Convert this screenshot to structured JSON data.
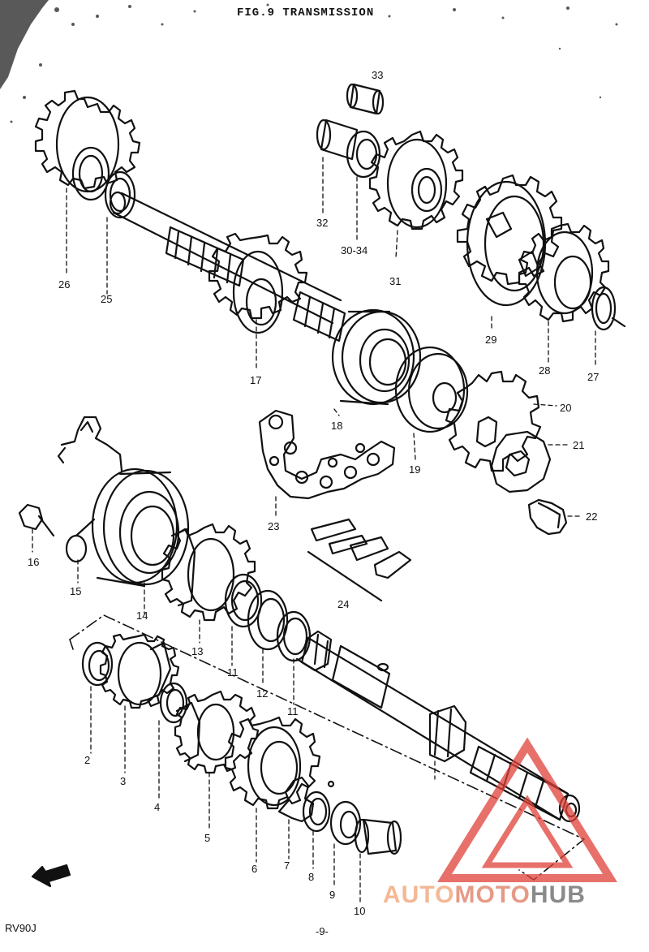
{
  "header": {
    "title": "FIG.9 TRANSMISSION"
  },
  "footer": {
    "model": "RV90J",
    "page": "-9-"
  },
  "watermark": {
    "part1": "AUTO",
    "part2": "MOTO",
    "part3": "HUB",
    "colors": {
      "auto": "#f3b894",
      "moto": "#e69a86",
      "hub": "#8a8a8a",
      "triangle": "#e0413a"
    }
  },
  "parts": {
    "p2": "2",
    "p3": "3",
    "p4": "4",
    "p5": "5",
    "p6": "6",
    "p7": "7",
    "p8": "8",
    "p9": "9",
    "p10": "10",
    "p11a": "11",
    "p11b": "11",
    "p12": "12",
    "p13": "13",
    "p14": "14",
    "p15": "15",
    "p16": "16",
    "p17": "17",
    "p18": "18",
    "p19": "19",
    "p20": "20",
    "p21": "21",
    "p22": "22",
    "p23": "23",
    "p24": "24",
    "p25": "25",
    "p26": "26",
    "p27": "27",
    "p28": "28",
    "p29": "29",
    "p30_34": "30-34",
    "p31": "31",
    "p32": "32",
    "p33": "33"
  }
}
